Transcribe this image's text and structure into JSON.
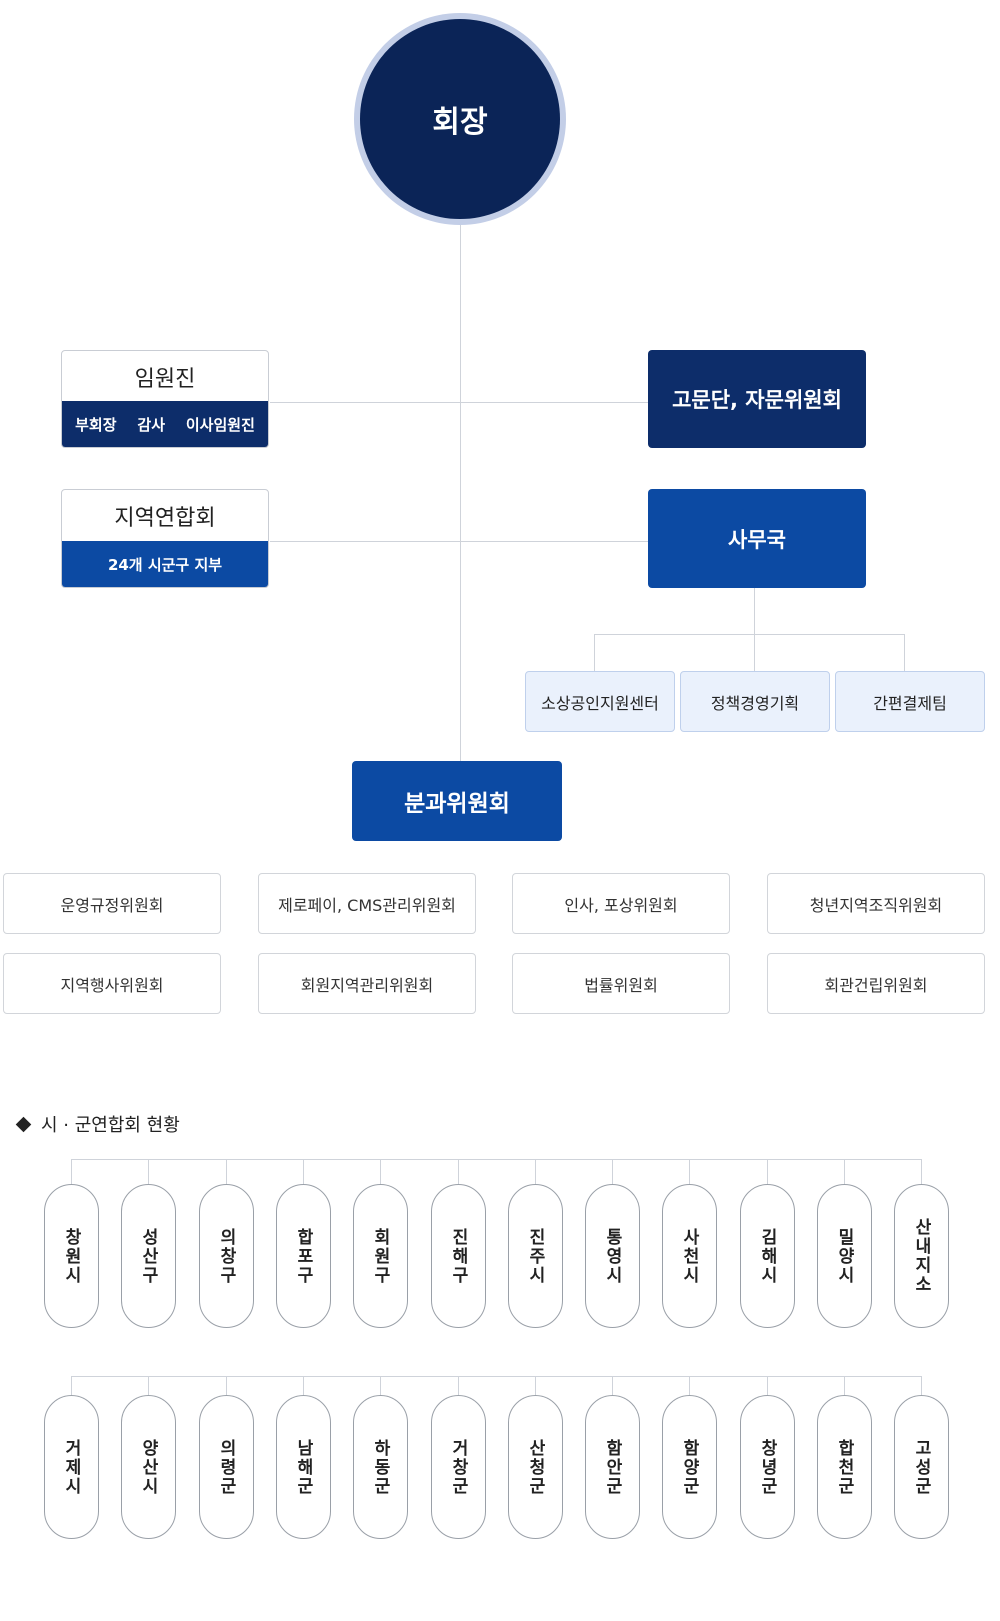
{
  "president": {
    "label": "회장"
  },
  "executives": {
    "title": "임원진",
    "members": "부회장    감사    이사임원진"
  },
  "advisory": {
    "label": "고문단, 자문위원회"
  },
  "regional": {
    "title": "지역연합회",
    "sub": "24개 시군구 지부"
  },
  "secretariat": {
    "label": "사무국"
  },
  "secretariat_units": [
    "소상공인지원센터",
    "정책경영기획",
    "간편결제팀"
  ],
  "committees_head": {
    "label": "분과위원회"
  },
  "committees": [
    "운영규정위원회",
    "제로페이, CMS관리위원회",
    "인사, 포상위원회",
    "청년지역조직위원회",
    "지역행사위원회",
    "회원지역관리위원회",
    "법률위원회",
    "회관건립위원회"
  ],
  "branches_section": {
    "title": "시 · 군연합회 현황"
  },
  "branches_row1": [
    "창원시",
    "성산구",
    "의창구",
    "합포구",
    "회원구",
    "진해구",
    "진주시",
    "통영시",
    "사천시",
    "김해시",
    "밀양시",
    "산내지소"
  ],
  "branches_row2": [
    "거제시",
    "양산시",
    "의령군",
    "남해군",
    "하동군",
    "거창군",
    "산청군",
    "함안군",
    "함양군",
    "창녕군",
    "합천군",
    "고성군"
  ],
  "colors": {
    "navy": "#0b2457",
    "blue": "#0c4aa3",
    "light": "#eaf1fc"
  }
}
